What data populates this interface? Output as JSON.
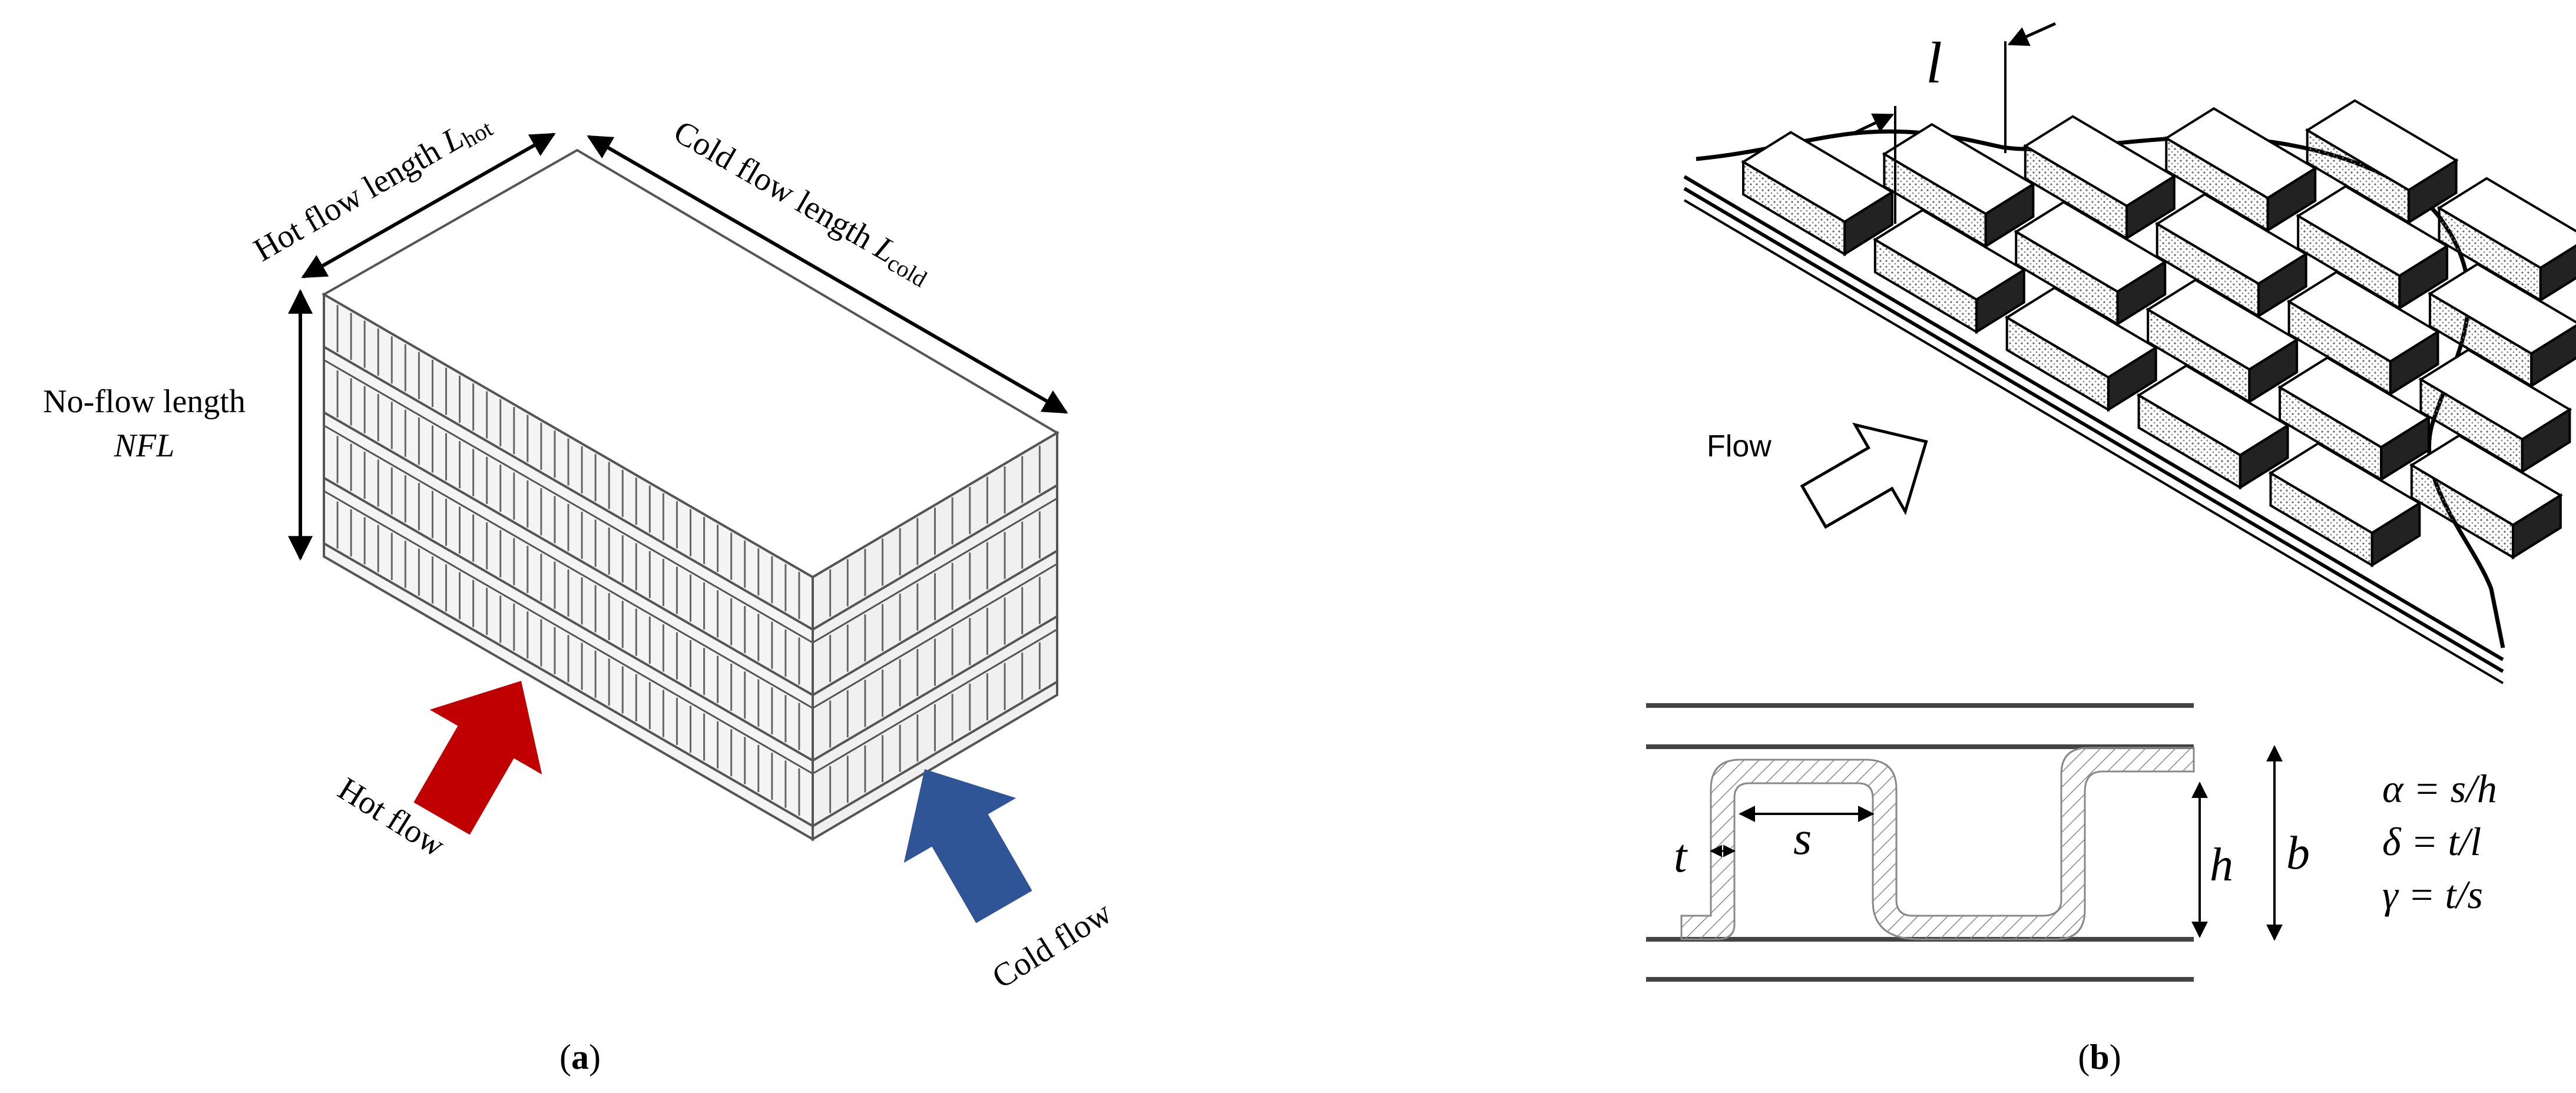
{
  "panel_a": {
    "caption_open": "(",
    "caption_letter": "a",
    "caption_close": ")",
    "label_hot_length_text": "Hot flow length ",
    "label_hot_length_sym": "L",
    "label_hot_length_sub": "hot",
    "label_cold_length_text": "Cold flow length ",
    "label_cold_length_sym": "L",
    "label_cold_length_sub": "cold",
    "label_noflow_line1": "No-flow length",
    "label_noflow_line2": "NFL",
    "label_hot_flow": "Hot flow",
    "label_cold_flow": "Cold flow",
    "colors": {
      "hot_arrow": "#c00000",
      "cold_arrow": "#2f5597"
    }
  },
  "panel_b": {
    "caption_open": "(",
    "caption_letter": "b",
    "caption_close": ")",
    "label_l": "l",
    "label_flow": "Flow",
    "label_t": "t",
    "label_s": "s",
    "label_h": "h",
    "label_b": "b",
    "eq1": "α = s/h",
    "eq2": "δ = t/l",
    "eq3": "γ = t/s"
  }
}
